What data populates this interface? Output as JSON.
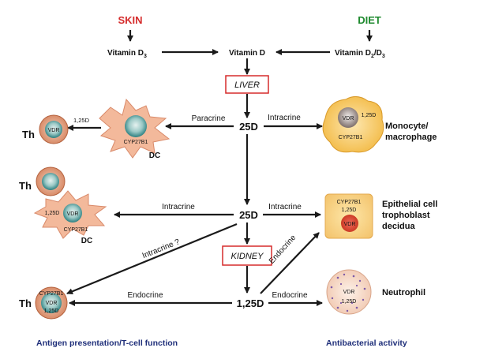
{
  "sources": {
    "skin": "SKIN",
    "diet": "DIET"
  },
  "colors": {
    "skin": "#d52b2b",
    "diet": "#1e8a2e",
    "box_border": "#d52b2b",
    "footer": "#1f2f7a",
    "dc_fill": "#f3b99b",
    "nucleus_teal": "#2a8c8c",
    "mono_fill": "#f7c95f"
  },
  "vitamins": {
    "d3_base": "Vitamin D",
    "d3_sub": "3",
    "d": "Vitamin D",
    "d2d3_base": "Vitamin D",
    "d2d3_sub": "2",
    "d2d3_slash": "/D",
    "d2d3_sub2": "3"
  },
  "organs": {
    "liver": "LIVER",
    "kidney": "KIDNEY"
  },
  "metabolites": {
    "25d": "25D",
    "125d": "1,25D"
  },
  "arrow_labels": {
    "paracrine": "Paracrine",
    "intracrine_top": "Intracrine",
    "intracrine_mid_left": "Intracrine",
    "intracrine_mid_right": "Intracrine",
    "intracrine_q": "Intracrine ?",
    "endocrine_diag": "Endocrine",
    "endocrine_left": "Endocrine",
    "endocrine_right": "Endocrine",
    "small_125d": "1,25D"
  },
  "cells": {
    "th": "Th",
    "dc": "DC",
    "vdr": "VDR",
    "cyp": "CYP27B1",
    "d125": "1,25D",
    "mono_line1": "Monocyte/",
    "mono_line2": "macrophage",
    "epi_line1": "Epithelial cell",
    "epi_line2": "trophoblast",
    "epi_line3": "decidua",
    "neutrophil": "Neutrophil"
  },
  "footer": {
    "left": "Antigen presentation/T-cell function",
    "right": "Antibacterial activity"
  }
}
